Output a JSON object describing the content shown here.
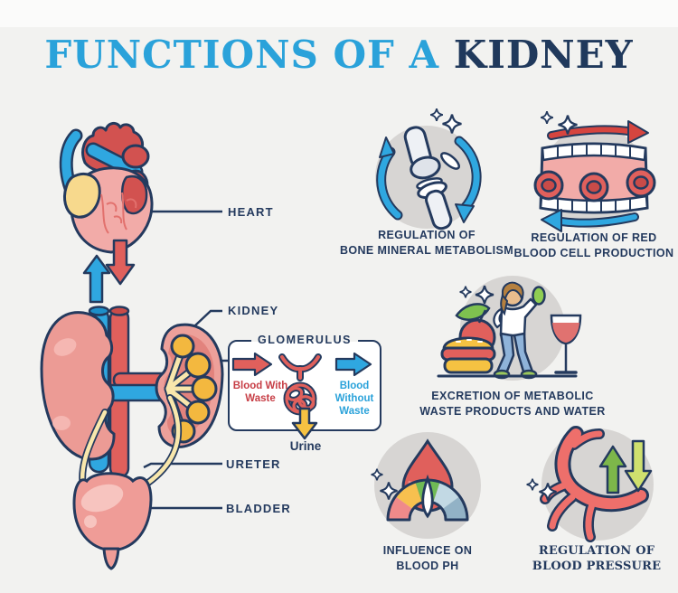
{
  "title": {
    "prefix": "FUNCTIONS OF A",
    "highlight": "KIDNEY"
  },
  "colors": {
    "accent_blue": "#2aa2da",
    "navy": "#243a5e",
    "red": "#e0605c",
    "yellow": "#f5c242",
    "background": "#f2f2f0",
    "icon_circle": "#d7d5d3"
  },
  "anatomy": {
    "heart_label": "HEART",
    "kidney_label": "KIDNEY",
    "ureter_label": "URETER",
    "bladder_label": "BLADDER"
  },
  "glomerulus": {
    "title": "GLOMERULUS",
    "input_label": "Blood With Waste",
    "output_label": "Blood Without Waste",
    "urine_label": "Urine"
  },
  "functions": [
    {
      "icon": "bone-joint-icon",
      "line1": "REGULATION OF",
      "line2": "BONE MINERAL METABOLISM"
    },
    {
      "icon": "blood-vessel-cells-icon",
      "line1": "REGULATION OF RED",
      "line2": "BLOOD CELL PRODUCTION"
    },
    {
      "icon": "food-and-wine-icon",
      "line1": "EXCRETION OF METABOLIC",
      "line2": "WASTE PRODUCTS AND WATER"
    },
    {
      "icon": "ph-gauge-drop-icon",
      "line1": "INFLUENCE ON",
      "line2": "BLOOD PH"
    },
    {
      "icon": "artery-arrows-icon",
      "line1": "REGULATION OF",
      "line2": "BLOOD PRESSURE"
    }
  ]
}
